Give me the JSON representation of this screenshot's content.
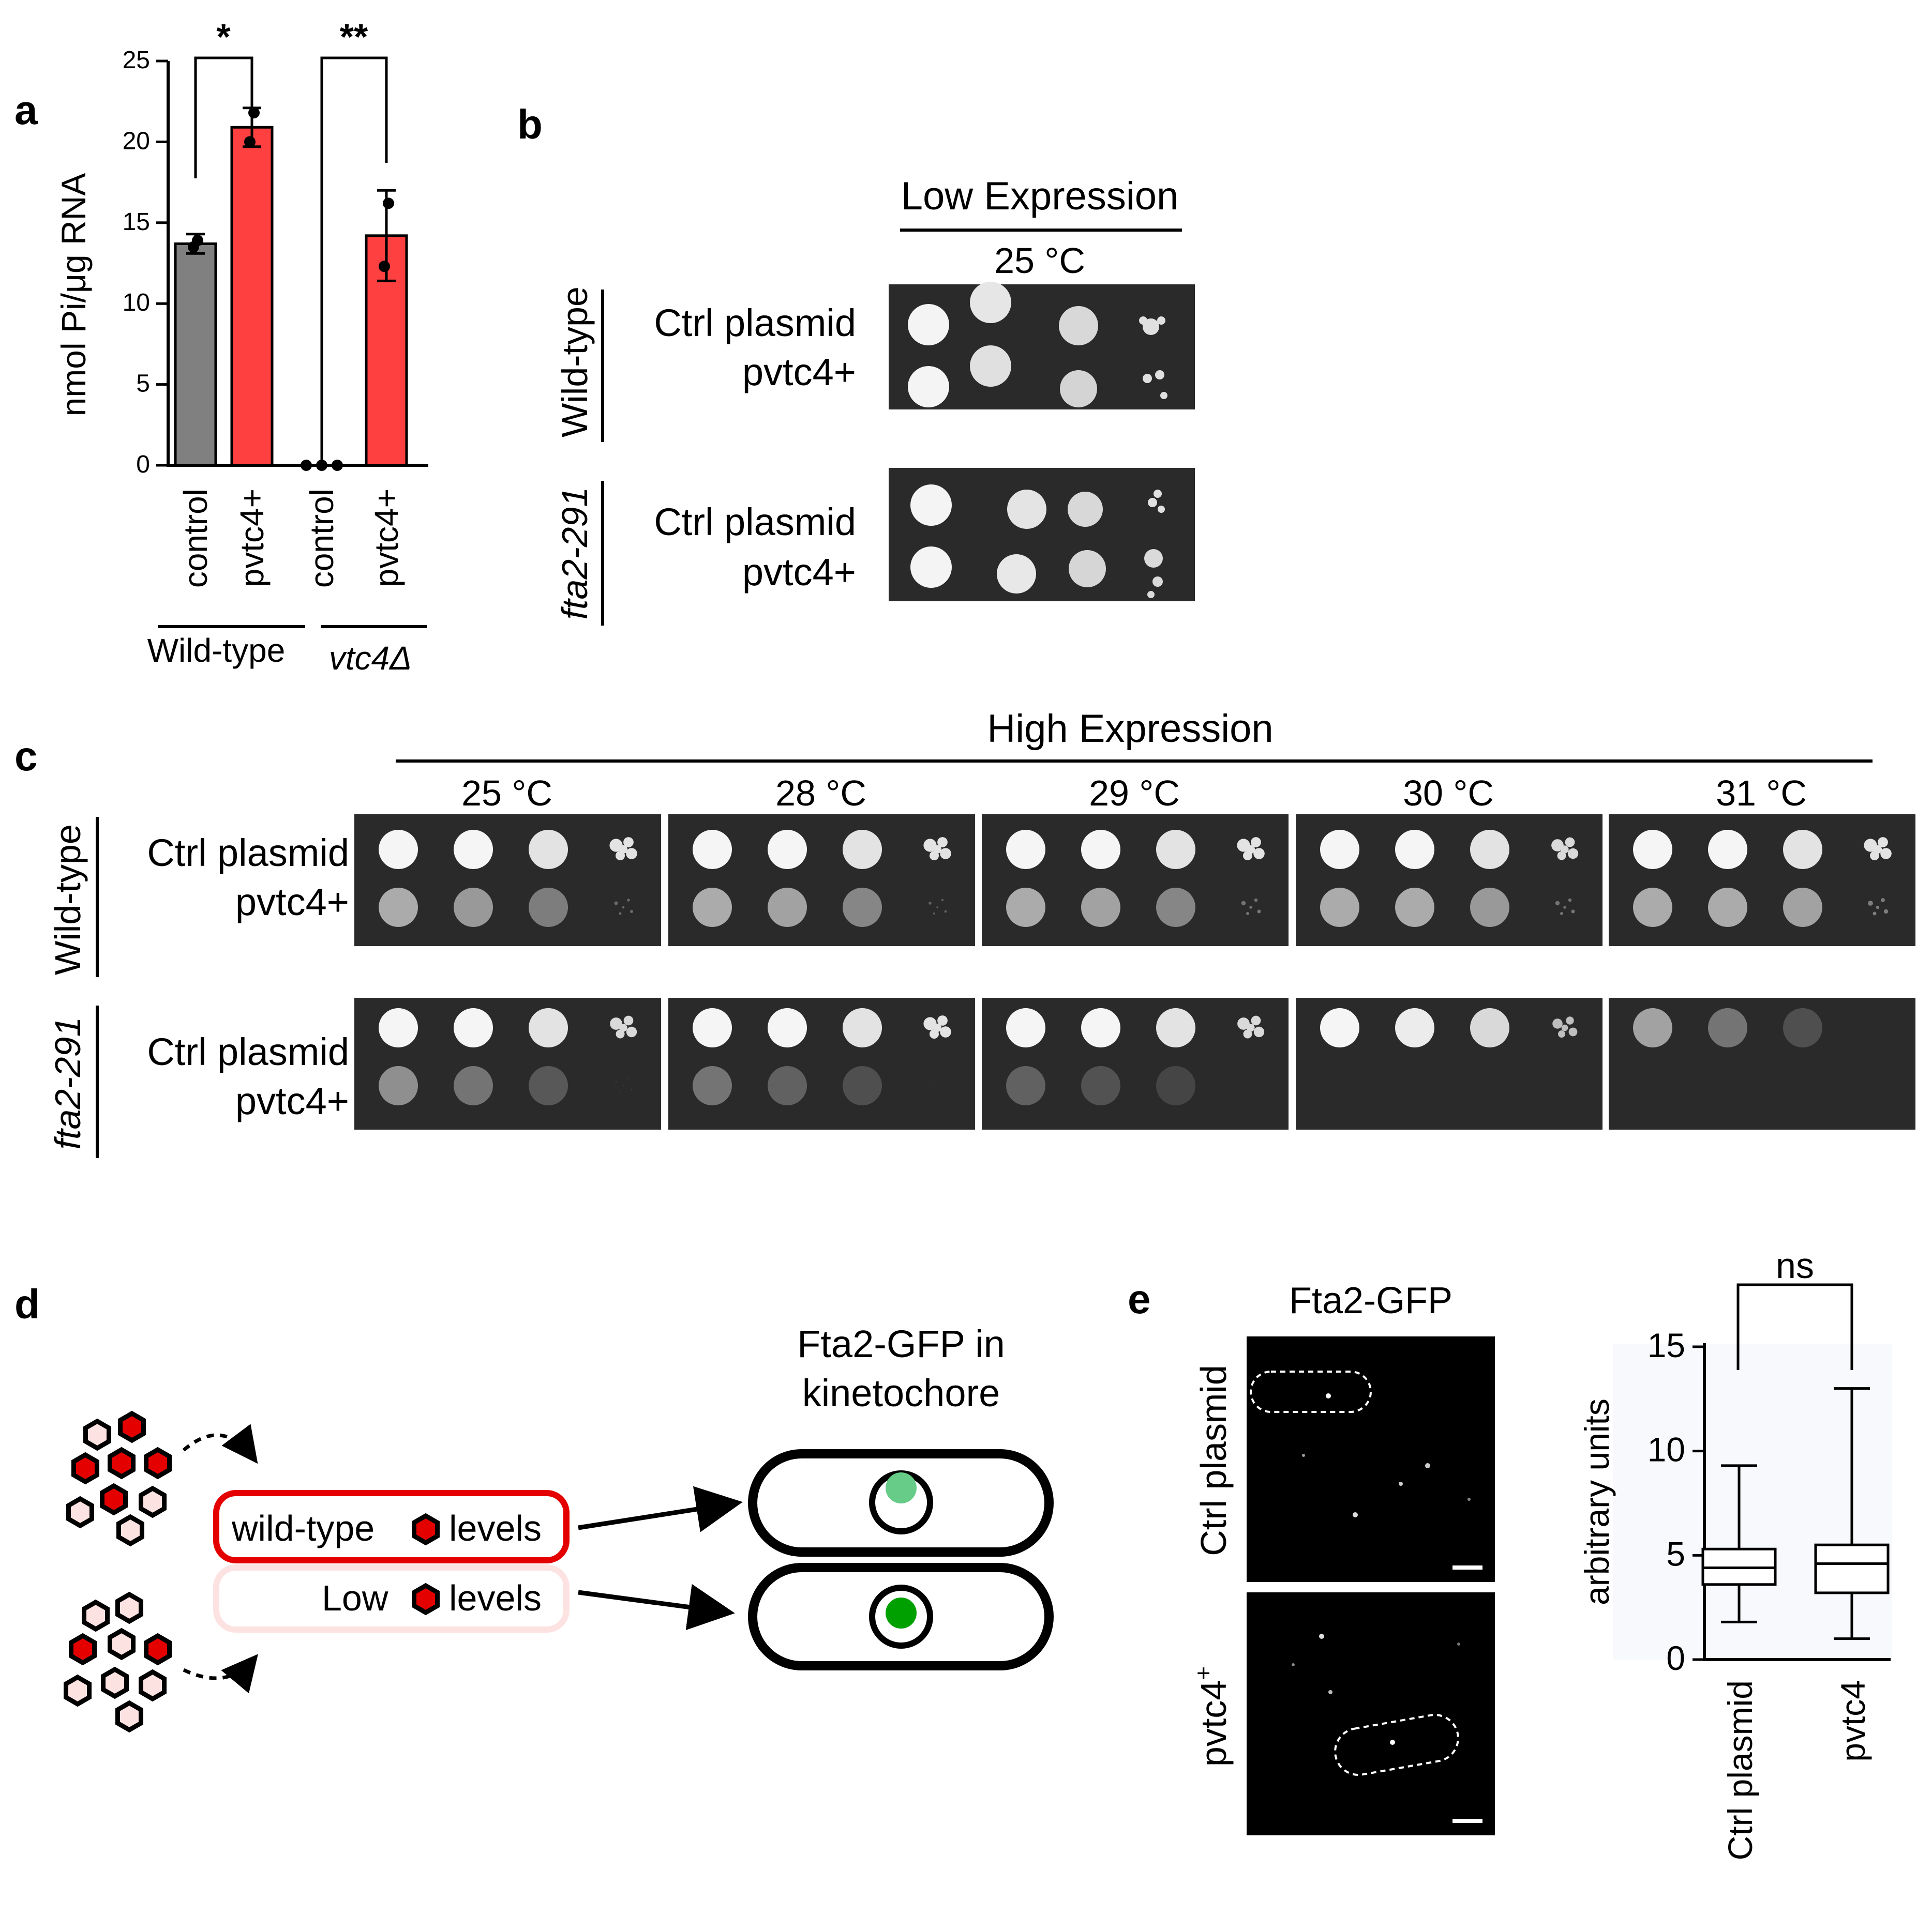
{
  "panels": {
    "a": "a",
    "b": "b",
    "c": "c",
    "d": "d",
    "e": "e"
  },
  "panel_a": {
    "chart_data": {
      "type": "bar",
      "ylabel": "nmol Pi/μg RNA",
      "ylim": [
        0,
        25
      ],
      "yticks": [
        "0",
        "5",
        "10",
        "15",
        "20",
        "25"
      ],
      "categories": [
        "control",
        "pvtc4+",
        "control",
        "pvtc4+"
      ],
      "groups": [
        "Wild-type",
        "vtc4Δ"
      ],
      "values": [
        13.7,
        20.9,
        0,
        14.2
      ],
      "errors": [
        0.6,
        1.2,
        0,
        2.8
      ],
      "points": [
        [
          13.5,
          13.9
        ],
        [
          20.0,
          21.8
        ],
        [
          0,
          0,
          0
        ],
        [
          12.3,
          16.2
        ]
      ],
      "colors": [
        "#808080",
        "#ff4040",
        "#ff4040",
        "#ff4040"
      ],
      "significance": [
        "*",
        "**"
      ]
    }
  },
  "panel_b": {
    "header": "Low Expression",
    "temperature": "25 °C",
    "strains": [
      "Wild-type",
      "fta2-291"
    ],
    "rows": [
      "Ctrl plasmid",
      "pvtc4+"
    ]
  },
  "panel_c": {
    "header": "High Expression",
    "temperatures": [
      "25 °C",
      "28 °C",
      "29 °C",
      "30 °C",
      "31 °C"
    ],
    "strains": [
      "Wild-type",
      "fta2-291"
    ],
    "rows": [
      "Ctrl plasmid",
      "pvtc4+"
    ]
  },
  "panel_d": {
    "title_line1": "Fta2-GFP in",
    "title_line2": "kinetochore",
    "box1_prefix": "wild-type",
    "box1_suffix": "levels",
    "box2_prefix": "Low",
    "box2_suffix": "levels",
    "colors": {
      "red": "#e50000",
      "pale": "#fde2e2",
      "gfp_light": "#66cc88",
      "gfp_dark": "#00a000"
    }
  },
  "panel_e": {
    "image_title": "Fta2-GFP",
    "row_labels": [
      "Ctrl plasmid",
      "pvtc4"
    ],
    "row_label_sup": "+",
    "chart_data": {
      "type": "box",
      "ylabel": "arbitrary units",
      "ylim": [
        0,
        15
      ],
      "yticks": [
        "0",
        "5",
        "10",
        "15"
      ],
      "categories": [
        "Ctrl plasmid",
        "pvtc4"
      ],
      "boxes": [
        {
          "min": 1.8,
          "q1": 3.6,
          "median": 4.4,
          "q3": 5.3,
          "max": 9.3
        },
        {
          "min": 1.0,
          "q1": 3.2,
          "median": 4.6,
          "q3": 5.5,
          "max": 13.0
        }
      ],
      "significance": "ns"
    }
  }
}
